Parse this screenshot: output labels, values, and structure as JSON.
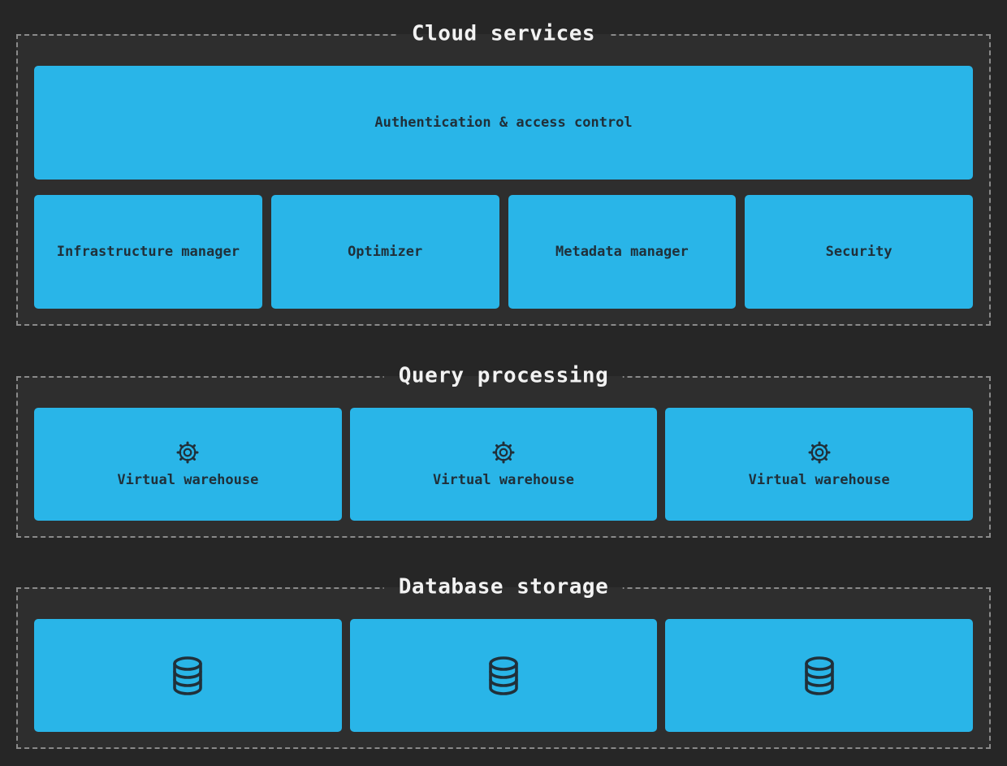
{
  "colors": {
    "page_bg": "#262626",
    "section_bg": "#2e2e2e",
    "section_border": "#8a8a8a",
    "box_bg": "#29b5e8",
    "box_text": "#20303a",
    "title_text": "#f2f2f2",
    "icon_stroke": "#20303a"
  },
  "sections": {
    "cloud_services": {
      "title": "Cloud services",
      "banner": "Authentication & access control",
      "boxes": [
        "Infrastructure manager",
        "Optimizer",
        "Metadata manager",
        "Security"
      ]
    },
    "query_processing": {
      "title": "Query processing",
      "warehouses": [
        {
          "icon": "gear-icon",
          "label": "Virtual warehouse"
        },
        {
          "icon": "gear-icon",
          "label": "Virtual warehouse"
        },
        {
          "icon": "gear-icon",
          "label": "Virtual warehouse"
        }
      ]
    },
    "database_storage": {
      "title": "Database storage",
      "databases": [
        {
          "icon": "database-icon"
        },
        {
          "icon": "database-icon"
        },
        {
          "icon": "database-icon"
        }
      ]
    }
  }
}
